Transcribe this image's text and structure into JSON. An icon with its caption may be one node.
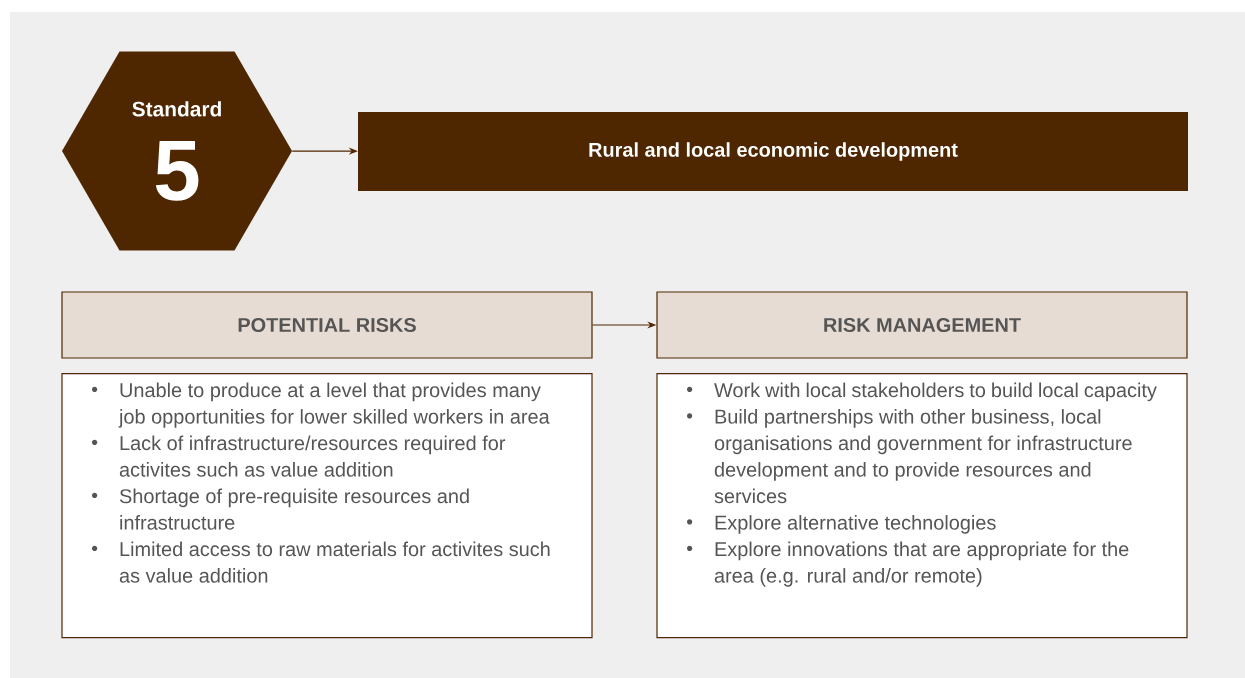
{
  "diagram": {
    "nodes": [
      {
        "text": [
          "Standard",
          "5"
        ]
      },
      {
        "text": [
          "Rural and local economic development"
        ]
      },
      {
        "text": [
          "POTENTIAL RISKS"
        ]
      },
      {
        "text": [
          "Unable to produce at a level that provides many job opportunities for lower skilled workers in area",
          "Lack of infrastructure/resources required for activites such as value addition",
          "Shortage of pre-requisite resources and infrastructure",
          "Limited access to raw materials for activites such as value addition"
        ]
      },
      {
        "text": [
          "RISK MANAGEMENT"
        ]
      },
      {
        "text": [
          "Work with local stakeholders to build local capacity",
          "Build partnerships with other business, local organisations and government for infrastructure development and to provide resources and services",
          "Explore alternative technologies",
          "Explore innovations that are appropriate for the area (e.g. rural and/or remote)"
        ]
      }
    ],
    "edges": [
      {
        "from": 0,
        "to": 1,
        "arrow": "to"
      },
      {
        "from": 2,
        "to": 4,
        "arrow": "to"
      }
    ]
  }
}
